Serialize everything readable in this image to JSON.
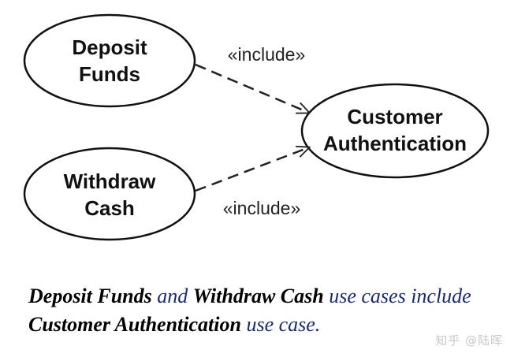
{
  "diagram": {
    "use_cases": {
      "deposit_funds": {
        "line1": "Deposit",
        "line2": "Funds"
      },
      "withdraw_cash": {
        "line1": "Withdraw",
        "line2": "Cash"
      },
      "customer_authentication": {
        "line1": "Customer",
        "line2": "Authentication"
      }
    },
    "relations": {
      "deposit_include": "«include»",
      "withdraw_include": "«include»"
    }
  },
  "caption": {
    "part1_bold": "Deposit Funds",
    "part2": " and ",
    "part3_bold": "Withdraw Cash",
    "part4": " use cases include ",
    "part5_bold": "Customer Authentication",
    "part6": " use case."
  },
  "watermark": "知乎 @陆晖"
}
